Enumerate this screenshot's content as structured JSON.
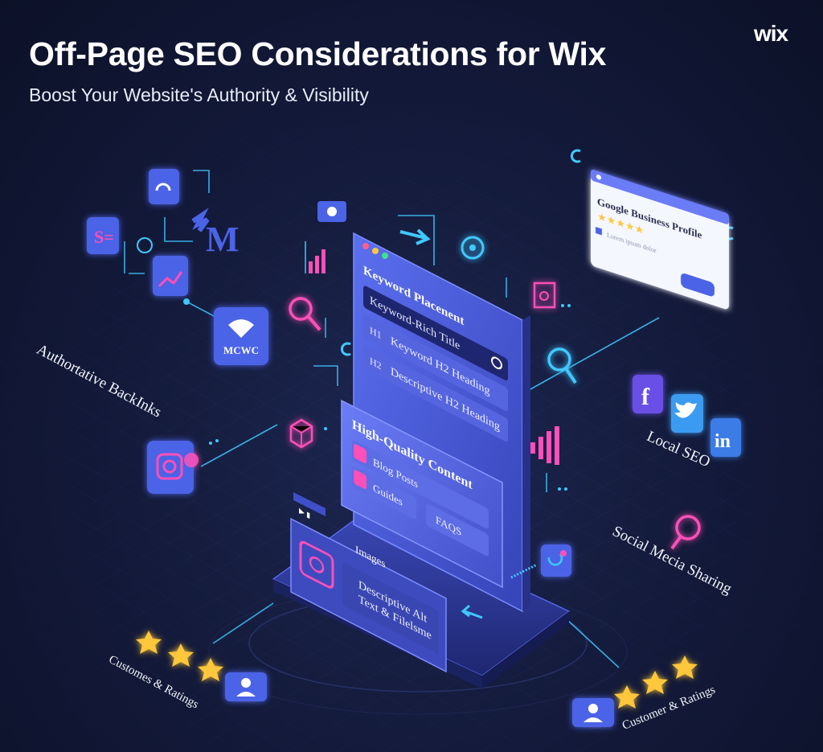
{
  "header": {
    "title": "Off-Page SEO Considerations for Wix",
    "subtitle": "Boost Your Website's Authority & Visibility",
    "brand": "wix"
  },
  "labels": {
    "backlinks": "Authortative BackInks",
    "local_seo": "Local SEO",
    "social_sharing": "Social Mecia Sharing",
    "reviews_left": "Customes & Ratings",
    "reviews_right": "Customer & Ratings"
  },
  "google_card": {
    "title": "Google Business Profile",
    "stars": "★★★★★",
    "small_text": "Lorem ipsum dolor"
  },
  "keyword_panel": {
    "heading": "Keyword Placenent",
    "rows": [
      {
        "tag": "",
        "text": "Keyword-Rich Title"
      },
      {
        "tag": "H1",
        "text": "Keyword H2 Heading"
      },
      {
        "tag": "H2",
        "text": "Descriptive H2 Heading"
      }
    ]
  },
  "content_panel": {
    "heading": "High-Quality Content",
    "items": [
      "Blog Posts",
      "Guides",
      "FAQS"
    ]
  },
  "images_panel": {
    "heading": "Images",
    "alt_text_line1": "Descriptive Alt",
    "alt_text_line2": "Text & Filelsme"
  },
  "social": {
    "icons": [
      "facebook-icon",
      "twitter-icon",
      "linkedin-icon"
    ],
    "facebook_glyph": "f",
    "linkedin_glyph": "in"
  },
  "badges": {
    "mcwc": "MCWC",
    "m_logo": "M"
  },
  "colors": {
    "background": "#141b3c",
    "accent_blue": "#4a63e8",
    "accent_pink": "#ff4fb8",
    "accent_cyan": "#38d6ff",
    "star": "#ffc73a"
  }
}
